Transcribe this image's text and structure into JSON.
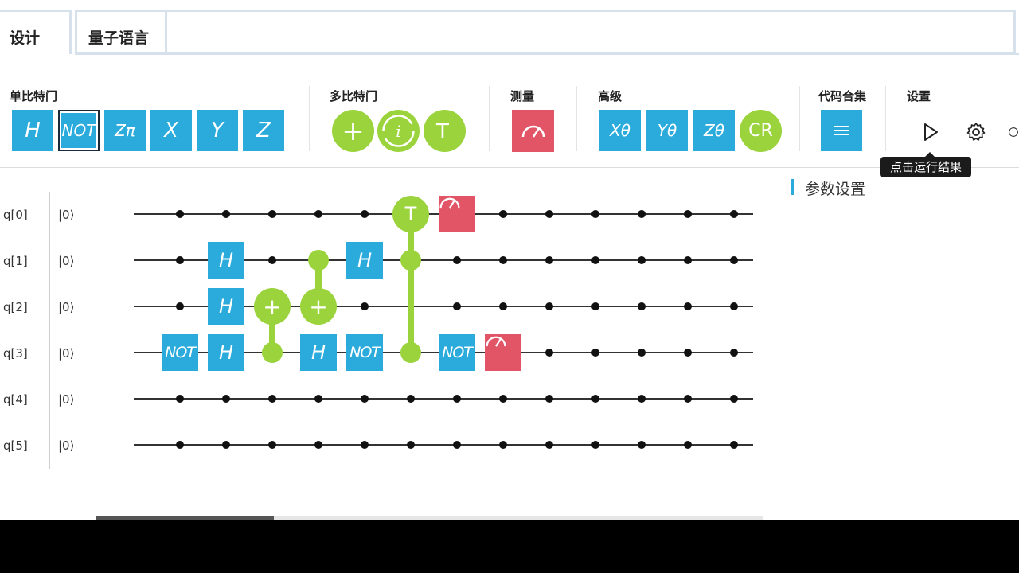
{
  "tabs": [
    {
      "label": "设计",
      "active": true
    },
    {
      "label": "量子语言",
      "active": false
    }
  ],
  "toolbar": {
    "groups": [
      {
        "label": "单比特门"
      },
      {
        "label": "多比特门"
      },
      {
        "label": "测量"
      },
      {
        "label": "高级"
      },
      {
        "label": "代码合集"
      },
      {
        "label": "设置"
      }
    ],
    "single_gates": [
      "H",
      "NOT",
      "Zπ",
      "X",
      "Y",
      "Z"
    ],
    "multi_gates": [
      "+",
      "i",
      "T"
    ],
    "advanced_gates": [
      "Xθ",
      "Yθ",
      "Zθ",
      "CR"
    ],
    "tooltip": "点击运行结果",
    "colors": {
      "blue": "#2aabdc",
      "green": "#9ad33b",
      "red": "#e15566"
    }
  },
  "circuit": {
    "qubits": [
      {
        "label": "q[0]",
        "init": "|0⟩"
      },
      {
        "label": "q[1]",
        "init": "|0⟩"
      },
      {
        "label": "q[2]",
        "init": "|0⟩"
      },
      {
        "label": "q[3]",
        "init": "|0⟩"
      },
      {
        "label": "q[4]",
        "init": "|0⟩"
      },
      {
        "label": "q[5]",
        "init": "|0⟩"
      }
    ],
    "gate_labels": {
      "h": "H",
      "not": "NOT",
      "plus": "+",
      "toffoli": "T"
    }
  },
  "params": {
    "title": "参数设置"
  }
}
